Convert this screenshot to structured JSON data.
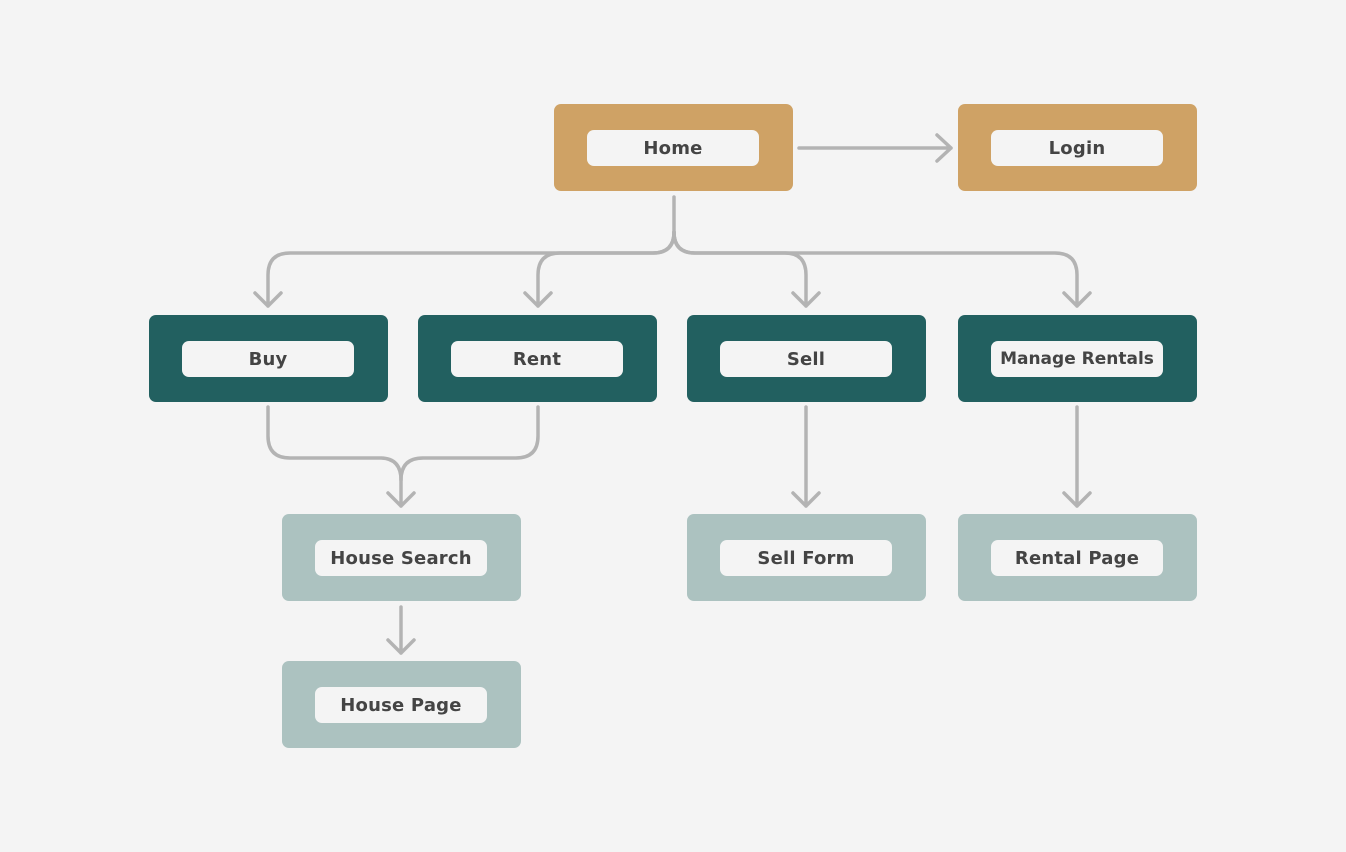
{
  "colors": {
    "background": "#f4f4f4",
    "primary_node": "#cfa265",
    "section_node": "#226060",
    "page_node": "#acc2c0",
    "label_fill": "#f4f4f4",
    "label_text": "#444444",
    "connector": "#b3b3b3"
  },
  "nodes": {
    "home": "Home",
    "login": "Login",
    "buy": "Buy",
    "rent": "Rent",
    "sell": "Sell",
    "manage_rentals": "Manage Rentals",
    "house_search": "House Search",
    "sell_form": "Sell Form",
    "rental_page": "Rental Page",
    "house_page": "House Page"
  },
  "edges": [
    {
      "from": "Home",
      "to": "Login"
    },
    {
      "from": "Home",
      "to": "Buy"
    },
    {
      "from": "Home",
      "to": "Rent"
    },
    {
      "from": "Home",
      "to": "Sell"
    },
    {
      "from": "Home",
      "to": "Manage Rentals"
    },
    {
      "from": "Buy",
      "to": "House Search"
    },
    {
      "from": "Rent",
      "to": "House Search"
    },
    {
      "from": "Sell",
      "to": "Sell Form"
    },
    {
      "from": "Manage Rentals",
      "to": "Rental Page"
    },
    {
      "from": "House Search",
      "to": "House Page"
    }
  ]
}
